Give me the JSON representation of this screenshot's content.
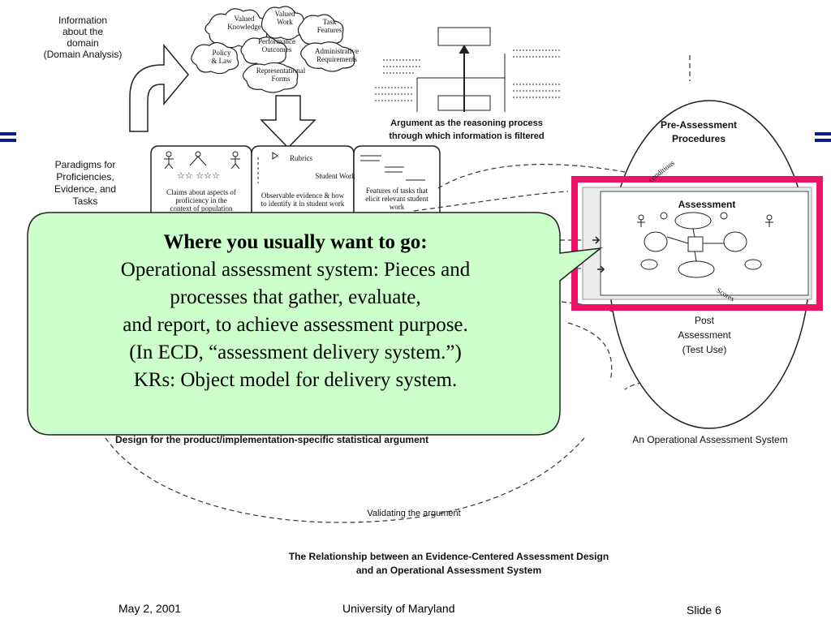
{
  "left_labels": {
    "domain": [
      "Information",
      "about the",
      "domain",
      "(Domain Analysis)"
    ],
    "paradigms": [
      "Paradigms for",
      "Proficiencies,",
      "Evidence, and",
      "Tasks"
    ]
  },
  "clouds": {
    "valued_knowledge": [
      "Valued",
      "Knowledge"
    ],
    "valued_work": [
      "Valued",
      "Work"
    ],
    "task_features": [
      "Task",
      "Features"
    ],
    "performance_outcomes": [
      "Performance",
      "Outcomes"
    ],
    "policy_law": [
      "Policy",
      "& Law"
    ],
    "administrative": [
      "Administrative",
      "Requirements"
    ],
    "representational": [
      "Representational",
      "Forms"
    ]
  },
  "argument_caption": [
    "Argument as the reasoning process",
    "through which information is filtered"
  ],
  "paradigm_boxes": {
    "claims": [
      "Claims about aspects of",
      "proficiency in the",
      "context of population"
    ],
    "rubrics": "Rubrics",
    "student_work": "Student Work",
    "evidence": [
      "Observable evidence & how",
      "to identify it in student work"
    ],
    "features": [
      "Features of tasks that",
      "elicit relevant student",
      "work"
    ]
  },
  "operational": {
    "pre_assessment": [
      "Pre-Assessment",
      "Procedures"
    ],
    "assessment": "Assessment",
    "post": [
      "Post",
      "Assessment",
      "(Test Use)"
    ],
    "caption": "An Operational Assessment System",
    "conditions_label": "conditions",
    "scores_label": "Scores"
  },
  "bottom": {
    "design_caption": "Design for the product/implementation-specific statistical argument",
    "validating": "Validating the argument",
    "relationship": [
      "The Relationship between an Evidence-Centered Assessment Design",
      "and an Operational Assessment System"
    ]
  },
  "callout": {
    "heading": "Where you usually want to go:",
    "lines": [
      "Operational assessment system: Pieces and",
      "processes that gather, evaluate,",
      "and report, to achieve assessment purpose.",
      "(In ECD, “assessment delivery system.”)",
      "KRs: Object model for delivery system."
    ]
  },
  "footer": {
    "date": "May 2, 2001",
    "org": "University of Maryland",
    "slide": "Slide 6"
  },
  "colors": {
    "callout_fill": "#ccffcc",
    "highlight_frame": "#ee1166",
    "side_marker": "#0a1c8c"
  }
}
